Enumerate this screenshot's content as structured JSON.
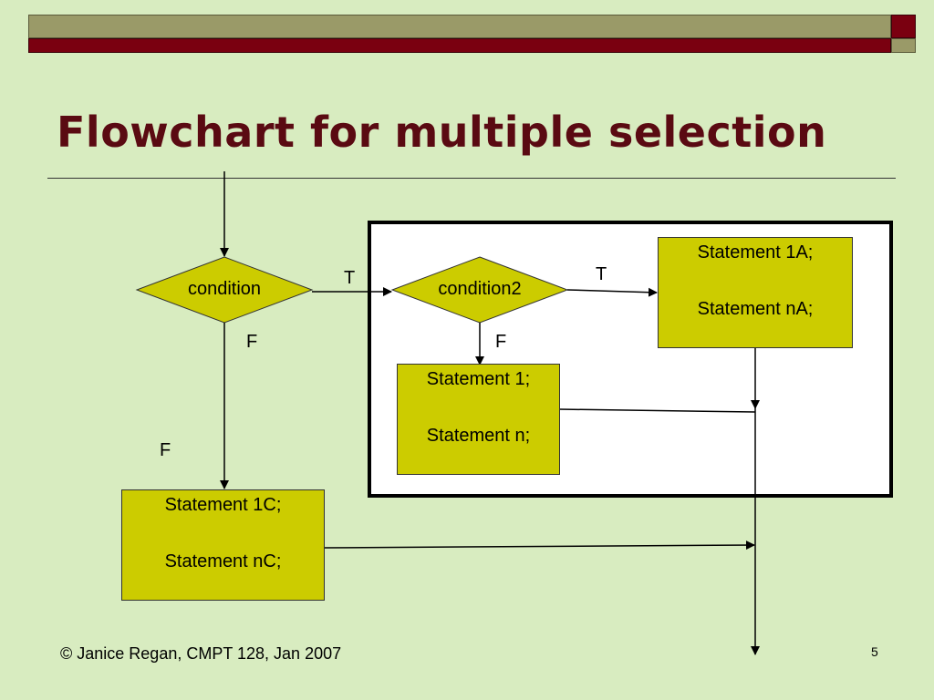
{
  "slide": {
    "title": "Flowchart for multiple selection",
    "footer": "© Janice Regan, CMPT 128, Jan 2007",
    "page_number": "5"
  },
  "diagram": {
    "condition1": "condition",
    "condition2": "condition2",
    "box_a": {
      "line1": "Statement 1A;",
      "line2": "Statement nA;"
    },
    "box_b": {
      "line1": "Statement 1;",
      "line2": "Statement n;"
    },
    "box_c": {
      "line1": "Statement 1C;",
      "line2": "Statement nC;"
    },
    "labels": {
      "cond1_true": "T",
      "cond1_false": "F",
      "cond2_true": "T",
      "cond2_false": "F",
      "outer_false": "F"
    }
  },
  "colors": {
    "background": "#d8ecc0",
    "shape_fill": "#cccc00",
    "title": "#5a0a12",
    "accent_red": "#7a0010",
    "accent_olive": "#9a9a68"
  }
}
